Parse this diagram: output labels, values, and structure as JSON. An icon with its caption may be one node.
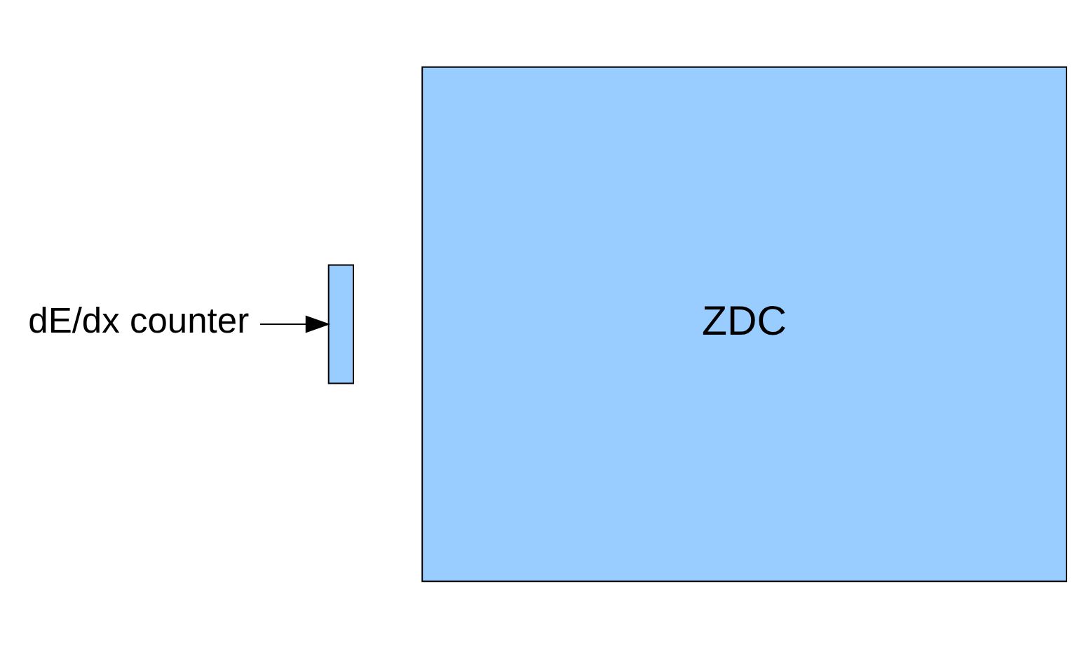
{
  "diagram": {
    "nodes": [
      {
        "text": [
          "dE/dx counter"
        ]
      },
      {
        "text": [],
        "shape": "bar"
      },
      {
        "text": [
          "ZDC"
        ]
      }
    ],
    "edges": [
      {
        "from": 0,
        "to": 1,
        "arrow": "to"
      }
    ]
  }
}
